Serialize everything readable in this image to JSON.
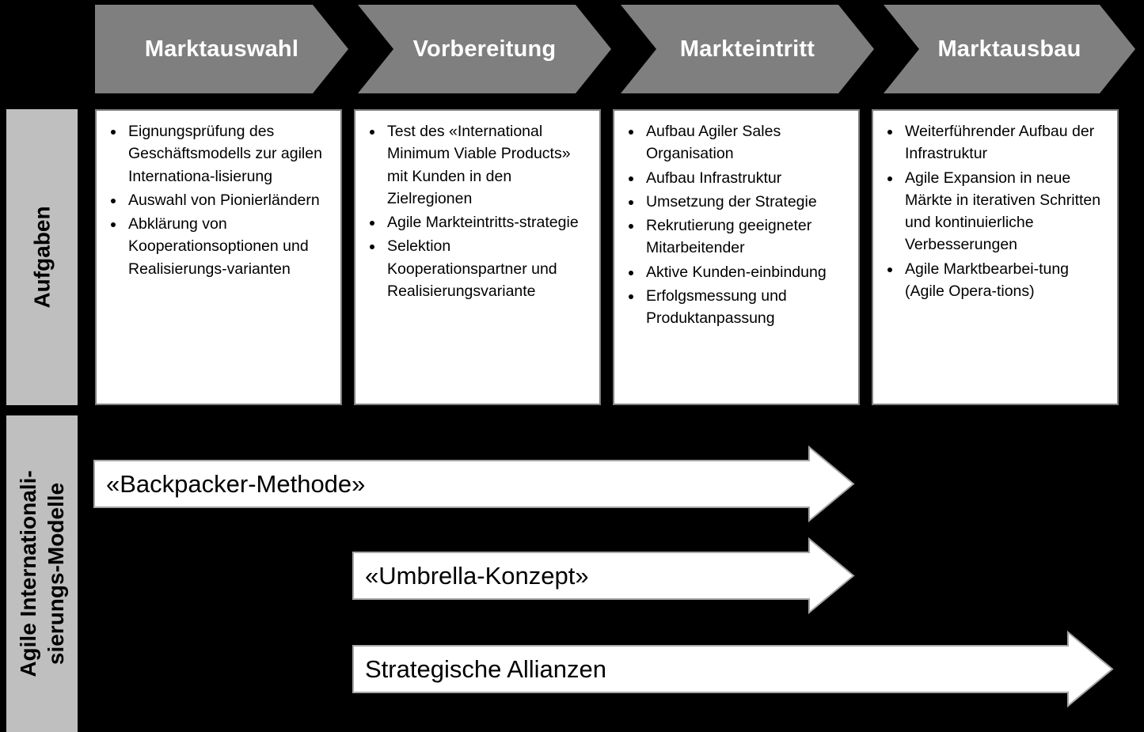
{
  "phases": [
    {
      "label": "Marktauswahl",
      "tasks": [
        "Eignungsprüfung des Geschäftsmodells zur agilen Internationa-lisierung",
        "Auswahl von Pionierländern",
        "Abklärung von Kooperationsoptionen und Realisierungs-varianten"
      ]
    },
    {
      "label": "Vorbereitung",
      "tasks": [
        "Test des «International Minimum Viable Products» mit Kunden in den Zielregionen",
        "Agile Markteintritts-strategie",
        "Selektion Kooperationspartner und Realisierungsvariante"
      ]
    },
    {
      "label": "Markteintritt",
      "tasks": [
        "Aufbau Agiler Sales Organisation",
        "Aufbau Infrastruktur",
        "Umsetzung der Strategie",
        "Rekrutierung geeigneter Mitarbeitender",
        "Aktive Kunden-einbindung",
        "Erfolgsmessung und Produktanpassung"
      ]
    },
    {
      "label": "Marktausbau",
      "tasks": [
        "Weiterführender Aufbau der Infrastruktur",
        "Agile Expansion in neue Märkte in iterativen Schritten und kontinuierliche Verbesserungen",
        "Agile Marktbearbei-tung (Agile Opera-tions)"
      ]
    }
  ],
  "row_labels": {
    "aufgaben": "Aufgaben",
    "modelle_line1": "Agile Internationali-",
    "modelle_line2": "sierungs-Modelle"
  },
  "models": [
    {
      "label": "«Backpacker-Methode»"
    },
    {
      "label": "«Umbrella-Konzept»"
    },
    {
      "label": "Strategische Allianzen"
    }
  ],
  "colors": {
    "background": "#000000",
    "phase_arrow": "#7f7f7f",
    "phase_text": "#ffffff",
    "sidebar": "#bfbfbf",
    "box_bg": "#ffffff",
    "box_border": "#7f7f7f",
    "model_arrow_fill": "#ffffff",
    "model_arrow_border": "#a6a6a6",
    "text": "#000000"
  }
}
